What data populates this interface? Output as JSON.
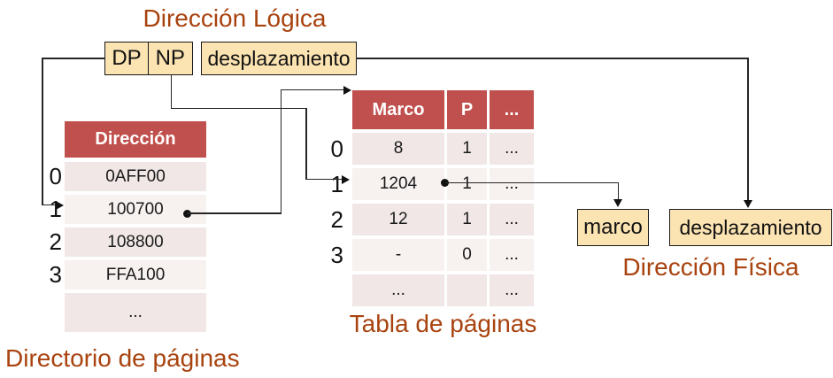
{
  "titles": {
    "logical": "Dirección Lógica",
    "directory": "Directorio de páginas",
    "page_table": "Tabla de páginas",
    "physical": "Dirección Física"
  },
  "logical_address": {
    "dp": "DP",
    "np": "NP",
    "offset": "desplazamiento"
  },
  "physical_address": {
    "frame": "marco",
    "offset": "desplazamiento"
  },
  "directory": {
    "header": "Dirección",
    "rows": [
      {
        "index": "0",
        "value": "0AFF00"
      },
      {
        "index": "1",
        "value": "100700"
      },
      {
        "index": "2",
        "value": "108800"
      },
      {
        "index": "3",
        "value": "FFA100"
      },
      {
        "index": "",
        "value": "..."
      }
    ]
  },
  "page_table": {
    "headers": [
      "Marco",
      "P",
      "..."
    ],
    "rows": [
      {
        "index": "0",
        "marco": "8",
        "p": "1",
        "more": "..."
      },
      {
        "index": "1",
        "marco": "1204",
        "p": "1",
        "more": "..."
      },
      {
        "index": "2",
        "marco": "12",
        "p": "1",
        "more": "..."
      },
      {
        "index": "3",
        "marco": "-",
        "p": "0",
        "more": "..."
      },
      {
        "index": "",
        "marco": "...",
        "p": "",
        "more": "..."
      }
    ]
  },
  "colors": {
    "table_header": "#C0504D",
    "row_even": "#F0E7E6",
    "row_odd": "#F7F1F0",
    "box_fill": "#FBE3B2",
    "caption_text": "#A8430F",
    "connector_line": "#262626"
  }
}
